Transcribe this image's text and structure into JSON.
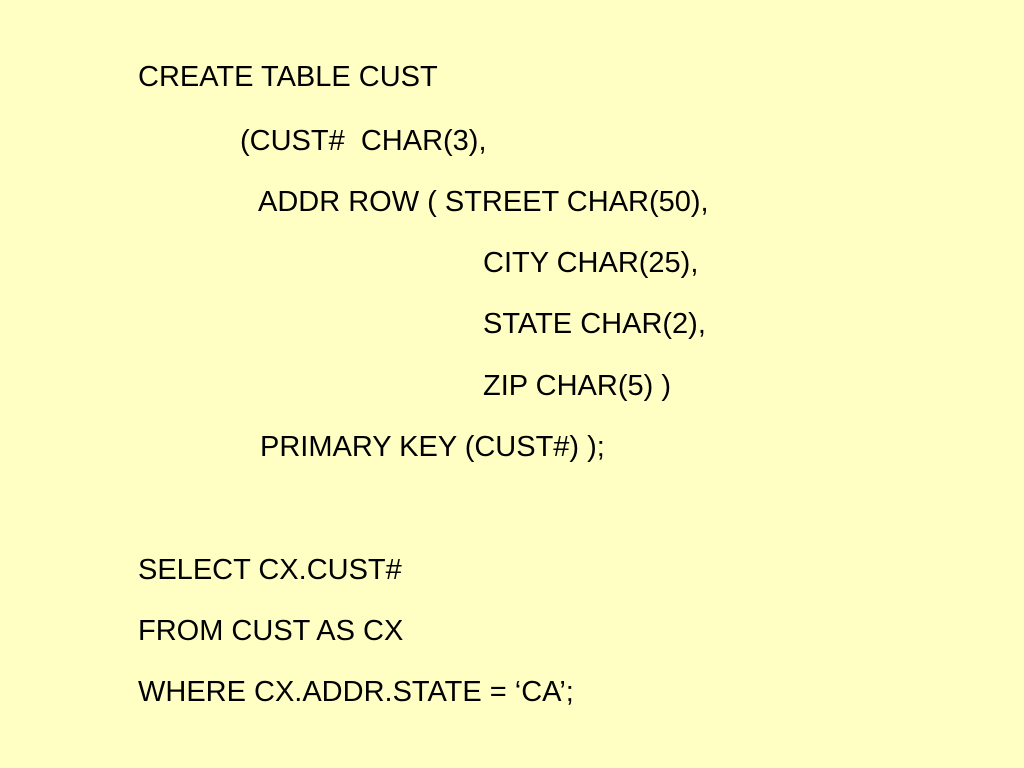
{
  "slide": {
    "create_statement": {
      "line1": "CREATE TABLE CUST",
      "line2": "(CUST#  CHAR(3),",
      "line3": "ADDR ROW ( STREET CHAR(50),",
      "line4": "CITY CHAR(25),",
      "line5": "STATE CHAR(2),",
      "line6": "ZIP CHAR(5) )",
      "line7": "PRIMARY KEY (CUST#) );"
    },
    "select_statement": {
      "line1": "SELECT CX.CUST#",
      "line2": "FROM CUST AS CX",
      "line3": "WHERE CX.ADDR.STATE = ‘CA’;"
    },
    "colors": {
      "background": "#FFFFC4",
      "text": "#000000"
    }
  }
}
